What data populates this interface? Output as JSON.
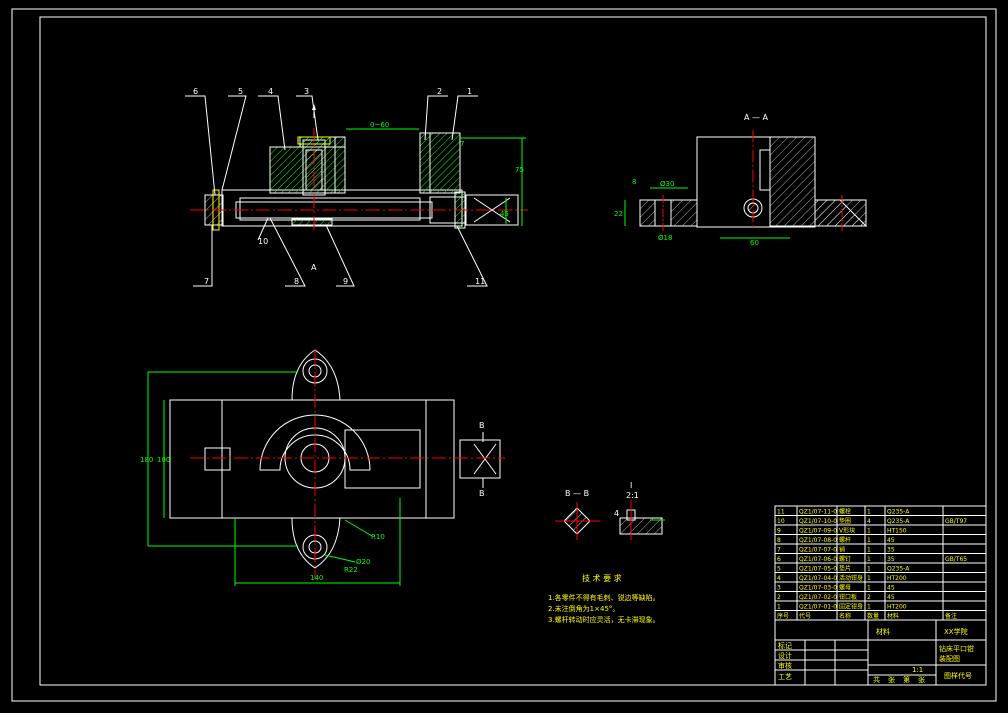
{
  "drawing": {
    "balloons": [
      "6",
      "5",
      "4",
      "3",
      "2",
      "1",
      "7",
      "8",
      "9",
      "10",
      "11"
    ],
    "dims_front": {
      "slot": "0~60",
      "height": "75",
      "bottom": "45",
      "gap": "7"
    },
    "dims_section": {
      "title": "A — A",
      "dia": "Ø30",
      "h1": "22",
      "h2": "8",
      "w": "60",
      "hole": "Ø18"
    },
    "dims_plan": {
      "h1": "180",
      "h2": "100",
      "w": "140",
      "r": "R10",
      "d1": "Ø20",
      "d2": "R22"
    },
    "section_marks": {
      "a_top": "A",
      "a_bot": "A",
      "b_top": "B",
      "b_bot": "B"
    },
    "detail_b": {
      "title": "B — B"
    },
    "detail_i": {
      "title": "I",
      "scale": "2:1",
      "num": "4"
    },
    "tech_req": {
      "title": "技 术 要 求",
      "items": [
        "1.各零件不得有毛刺、锐边等缺陷。",
        "2.未注倒角为1×45°。",
        "3.螺杆转动时应灵活，无卡滞现象。"
      ]
    }
  },
  "bom": {
    "rows": [
      {
        "no": "11",
        "code": "QZ1/07-11-0",
        "name": "螺栓",
        "qty": "1",
        "mat": "Q235-A",
        "note": ""
      },
      {
        "no": "10",
        "code": "QZ1/07-10-0",
        "name": "垫圈",
        "qty": "4",
        "mat": "Q235-A",
        "note": "GB/T97"
      },
      {
        "no": "9",
        "code": "QZ1/07-09-0",
        "name": "V形块",
        "qty": "1",
        "mat": "HT150",
        "note": ""
      },
      {
        "no": "8",
        "code": "QZ1/07-08-0",
        "name": "螺杆",
        "qty": "1",
        "mat": "45",
        "note": ""
      },
      {
        "no": "7",
        "code": "QZ1/07-07-0",
        "name": "销",
        "qty": "1",
        "mat": "35",
        "note": ""
      },
      {
        "no": "6",
        "code": "QZ1/07-06-0",
        "name": "螺钉",
        "qty": "1",
        "mat": "35",
        "note": "GB/T65"
      },
      {
        "no": "5",
        "code": "QZ1/07-05-0",
        "name": "垫片",
        "qty": "1",
        "mat": "Q235-A",
        "note": ""
      },
      {
        "no": "4",
        "code": "QZ1/07-04-0",
        "name": "活动钳身",
        "qty": "1",
        "mat": "HT200",
        "note": ""
      },
      {
        "no": "3",
        "code": "QZ1/07-03-0",
        "name": "螺母",
        "qty": "1",
        "mat": "45",
        "note": ""
      },
      {
        "no": "2",
        "code": "QZ1/07-02-0",
        "name": "钳口板",
        "qty": "2",
        "mat": "45",
        "note": ""
      },
      {
        "no": "1",
        "code": "QZ1/07-01-0",
        "name": "固定钳身",
        "qty": "1",
        "mat": "HT200",
        "note": ""
      }
    ],
    "header": {
      "no": "序号",
      "code": "代号",
      "name": "名称",
      "qty": "数量",
      "mat": "材料",
      "note": "备注"
    }
  },
  "title_block": {
    "material": "材料",
    "school": "XX学院",
    "title1": "钻床平口钳",
    "title2": "装配图",
    "scale": "1:1",
    "drawing_no": "图样代号",
    "rows": [
      "标记",
      "设计",
      "审核",
      "工艺"
    ],
    "bottom": [
      "共",
      "张",
      "第",
      "张"
    ]
  },
  "colors": {
    "bg": "#000000",
    "frame": "#ffffff",
    "part": "#ffffff",
    "hatch": "#00ff00",
    "center": "#ff0000",
    "dim": "#00ff00",
    "text": "#ffff00"
  }
}
